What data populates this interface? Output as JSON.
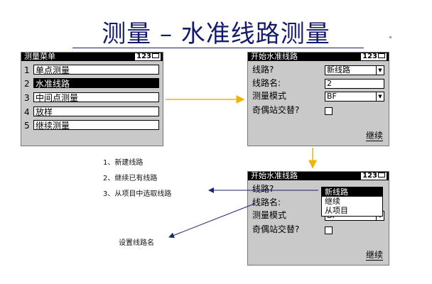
{
  "title": "测量 – 水准线路测量",
  "battery": "123",
  "menu_screen": {
    "header": "测量菜单",
    "items": [
      {
        "num": "1",
        "label": "单点测量"
      },
      {
        "num": "2",
        "label": "水准线路"
      },
      {
        "num": "3",
        "label": "中间点测量"
      },
      {
        "num": "4",
        "label": "放样"
      },
      {
        "num": "5",
        "label": "继续测量"
      }
    ]
  },
  "level_screen": {
    "header": "开始水准线路",
    "line_label": "线路?",
    "line_value": "新线路",
    "name_label": "线路名:",
    "name_value": "2",
    "mode_label": "测量模式",
    "mode_value": "BF",
    "alt_label": "奇偶站交替?",
    "continue": "继续"
  },
  "dropdown_options": [
    "新线路",
    "继续",
    "从项目"
  ],
  "annotations": {
    "note1": "1、新建线路",
    "note2": "2、继续已有线路",
    "note3": "3、从项目中选取线路",
    "note4": "设置线路名"
  },
  "colors": {
    "title": "#141a6e",
    "arrow_yellow": "#f0b400",
    "arrow_blue": "#1d246f"
  }
}
